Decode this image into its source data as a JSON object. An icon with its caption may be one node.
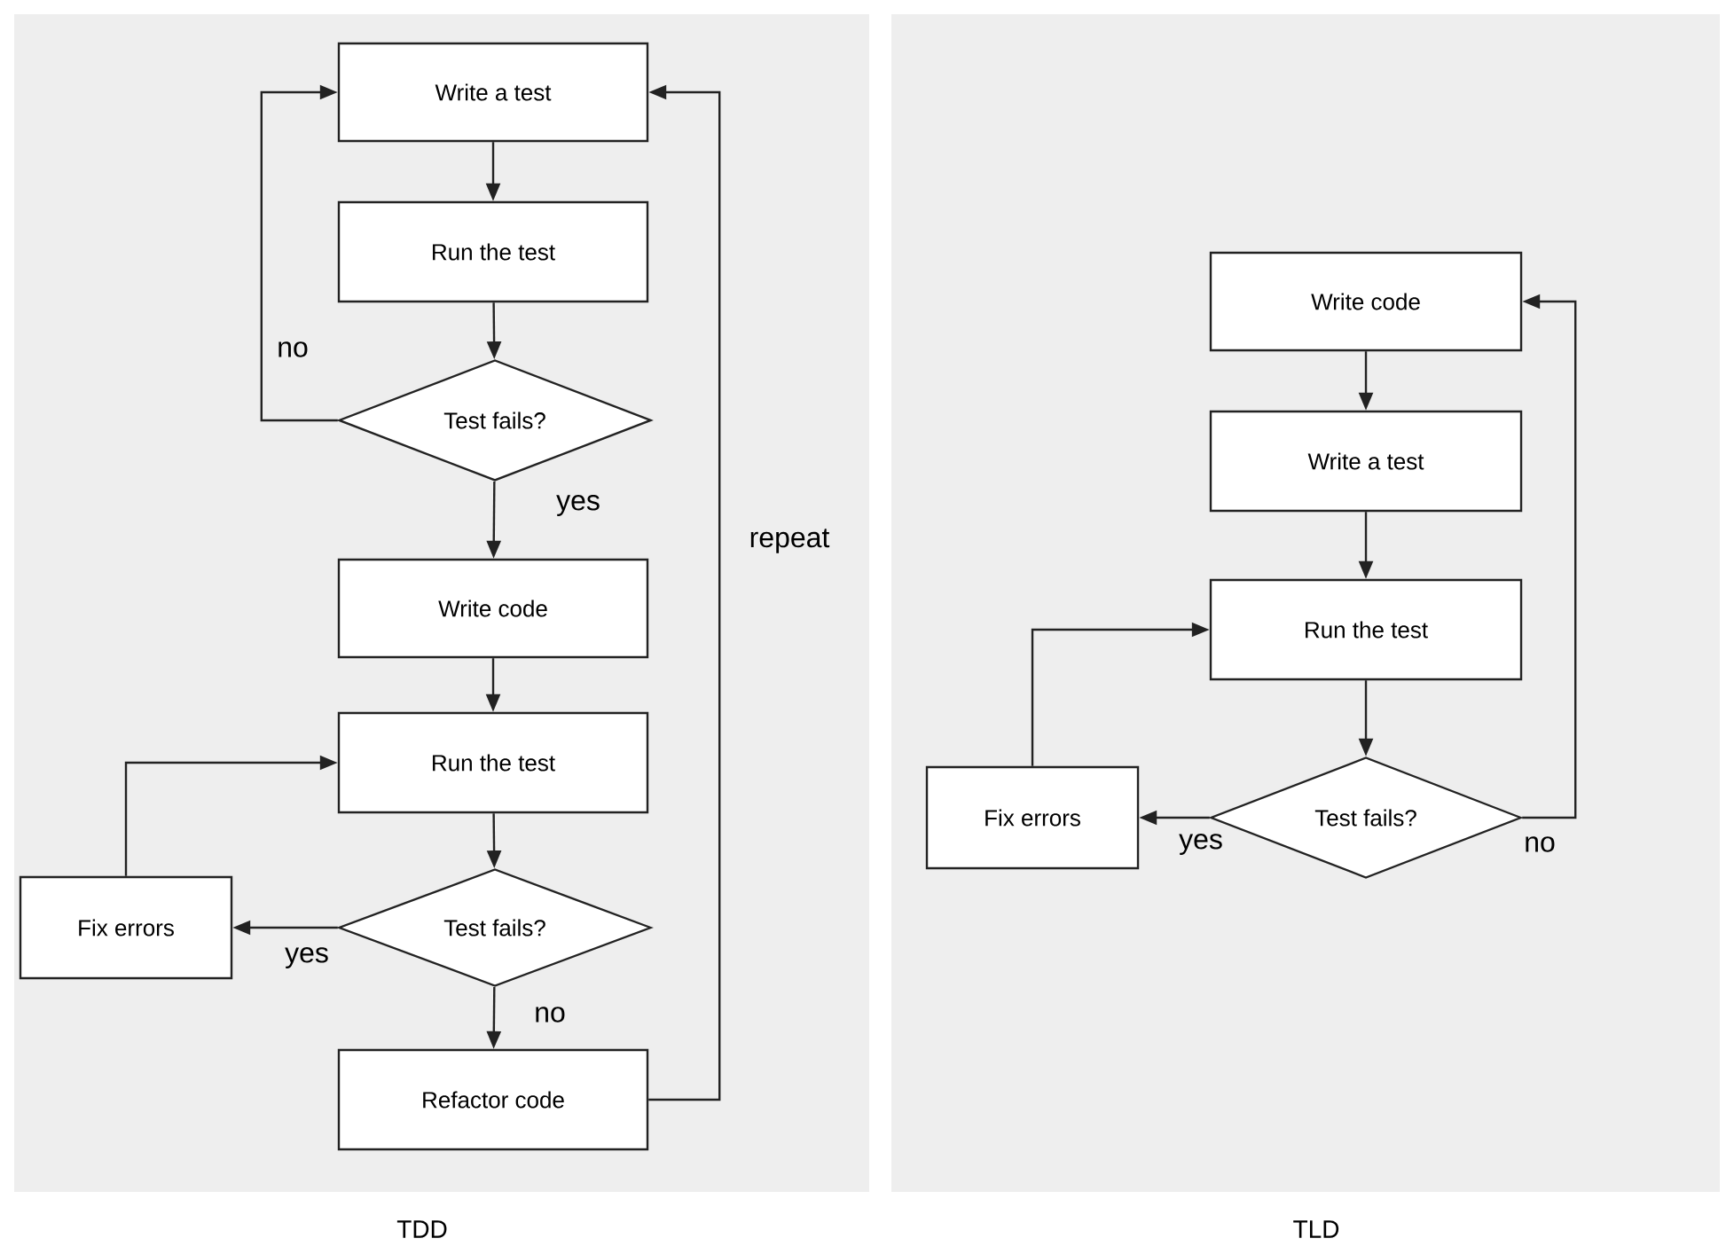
{
  "diagram": {
    "nodes": [
      {
        "text": [
          "TDD"
        ]
      },
      {
        "text": [
          "Write a test"
        ],
        "in": 0
      },
      {
        "text": [
          "Run the test"
        ],
        "in": 0
      },
      {
        "text": [
          "Test fails?"
        ],
        "in": 0
      },
      {
        "text": [
          "Write code"
        ],
        "in": 0
      },
      {
        "text": [
          "Run the test"
        ],
        "in": 0
      },
      {
        "text": [
          "Test fails?"
        ],
        "in": 0
      },
      {
        "text": [
          "Fix errors"
        ],
        "in": 0
      },
      {
        "text": [
          "Refactor code"
        ],
        "in": 0
      },
      {
        "text": [
          "TLD"
        ]
      },
      {
        "text": [
          "Write code"
        ],
        "in": 9
      },
      {
        "text": [
          "Write a test"
        ],
        "in": 9
      },
      {
        "text": [
          "Run the test"
        ],
        "in": 9
      },
      {
        "text": [
          "Fix errors"
        ],
        "in": 9
      },
      {
        "text": [
          "Test fails?"
        ],
        "in": 9
      }
    ],
    "edges": [
      {
        "from": 1,
        "to": 2,
        "arrow": "to"
      },
      {
        "from": 2,
        "to": 3,
        "arrow": "to"
      },
      {
        "from": 3,
        "to": 1,
        "arrow": "to",
        "label": "no"
      },
      {
        "from": 3,
        "to": 4,
        "arrow": "to",
        "label": "yes"
      },
      {
        "from": 4,
        "to": 5,
        "arrow": "to"
      },
      {
        "from": 5,
        "to": 6,
        "arrow": "to"
      },
      {
        "from": 6,
        "to": 7,
        "arrow": "to",
        "label": "yes"
      },
      {
        "from": 7,
        "to": 5,
        "arrow": "to"
      },
      {
        "from": 6,
        "to": 8,
        "arrow": "to",
        "label": "no"
      },
      {
        "from": 8,
        "to": 1,
        "arrow": "to",
        "label": "repeat"
      },
      {
        "from": 10,
        "to": 11,
        "arrow": "to"
      },
      {
        "from": 11,
        "to": 12,
        "arrow": "to"
      },
      {
        "from": 12,
        "to": 14,
        "arrow": "to"
      },
      {
        "from": 14,
        "to": 13,
        "arrow": "to",
        "label": "yes"
      },
      {
        "from": 13,
        "to": 12,
        "arrow": "to"
      },
      {
        "from": 14,
        "to": 10,
        "arrow": "to",
        "label": "no"
      }
    ]
  }
}
